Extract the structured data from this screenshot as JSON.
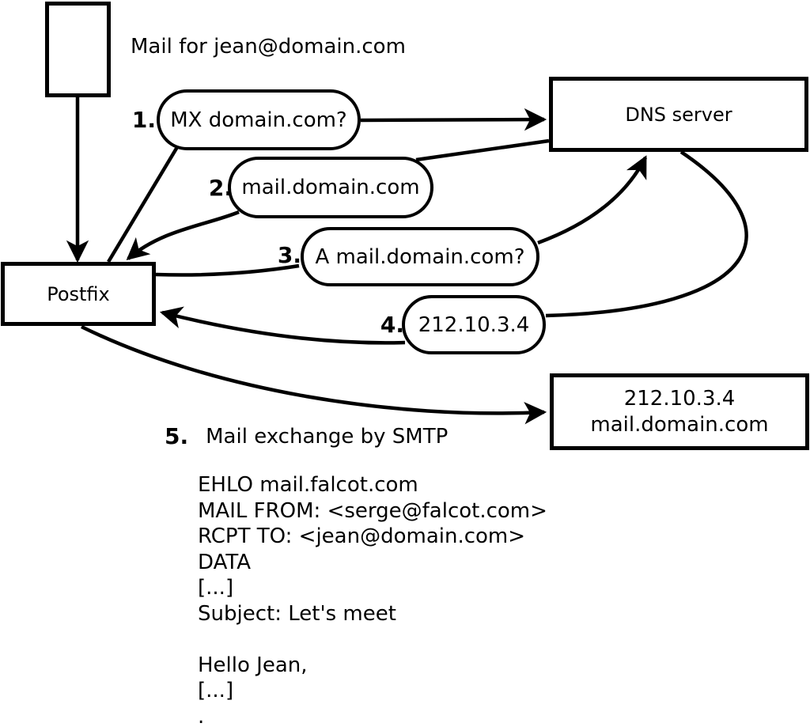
{
  "colors": {
    "background": "#ffffff",
    "stroke": "#000000"
  },
  "annotation": {
    "mail_for": "Mail for jean@domain.com"
  },
  "nodes": {
    "postfix": {
      "label": "Postfix"
    },
    "dns": {
      "label": "DNS server"
    },
    "mail_server": {
      "line1": "212.10.3.4",
      "line2": "mail.domain.com"
    }
  },
  "steps": [
    {
      "num": "1.",
      "label": "MX domain.com?"
    },
    {
      "num": "2.",
      "label": "mail.domain.com"
    },
    {
      "num": "3.",
      "label": "A mail.domain.com?"
    },
    {
      "num": "4.",
      "label": "212.10.3.4"
    },
    {
      "num": "5.",
      "label": "Mail exchange by SMTP"
    }
  ],
  "smtp_session": [
    "EHLO mail.falcot.com",
    "MAIL FROM: <serge@falcot.com>",
    "RCPT TO: <jean@domain.com>",
    "DATA",
    "[...]",
    "Subject: Let's meet",
    "",
    "Hello Jean,",
    "[...]",
    "."
  ]
}
